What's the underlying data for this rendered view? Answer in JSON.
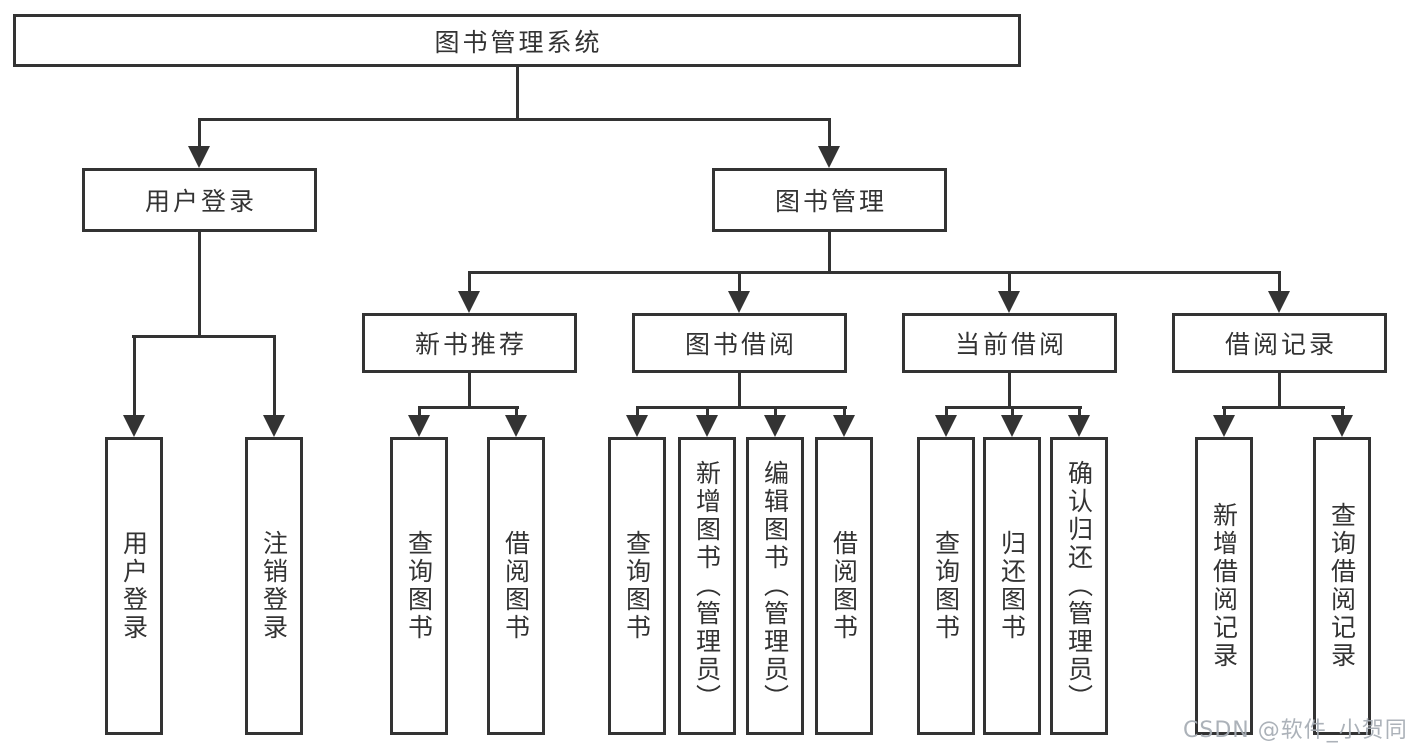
{
  "tree": {
    "root": {
      "label": "图书管理系统"
    },
    "children": [
      {
        "label": "用户登录",
        "children": [
          {
            "label": "用户登录"
          },
          {
            "label": "注销登录"
          }
        ]
      },
      {
        "label": "图书管理",
        "children": [
          {
            "label": "新书推荐",
            "children": [
              {
                "label": "查询图书"
              },
              {
                "label": "借阅图书"
              }
            ]
          },
          {
            "label": "图书借阅",
            "children": [
              {
                "label": "查询图书"
              },
              {
                "label": "新增图书（管理员）"
              },
              {
                "label": "编辑图书（管理员）"
              },
              {
                "label": "借阅图书"
              }
            ]
          },
          {
            "label": "当前借阅",
            "children": [
              {
                "label": "查询图书"
              },
              {
                "label": "归还图书"
              },
              {
                "label": "确认归还（管理员）"
              }
            ]
          },
          {
            "label": "借阅记录",
            "children": [
              {
                "label": "新增借阅记录"
              },
              {
                "label": "查询借阅记录"
              }
            ]
          }
        ]
      }
    ]
  },
  "watermark": {
    "text": "CSDN @软件_小贺同学"
  },
  "colors": {
    "line": "#333333",
    "text": "#333333",
    "watermark": "#a8aeb5"
  }
}
